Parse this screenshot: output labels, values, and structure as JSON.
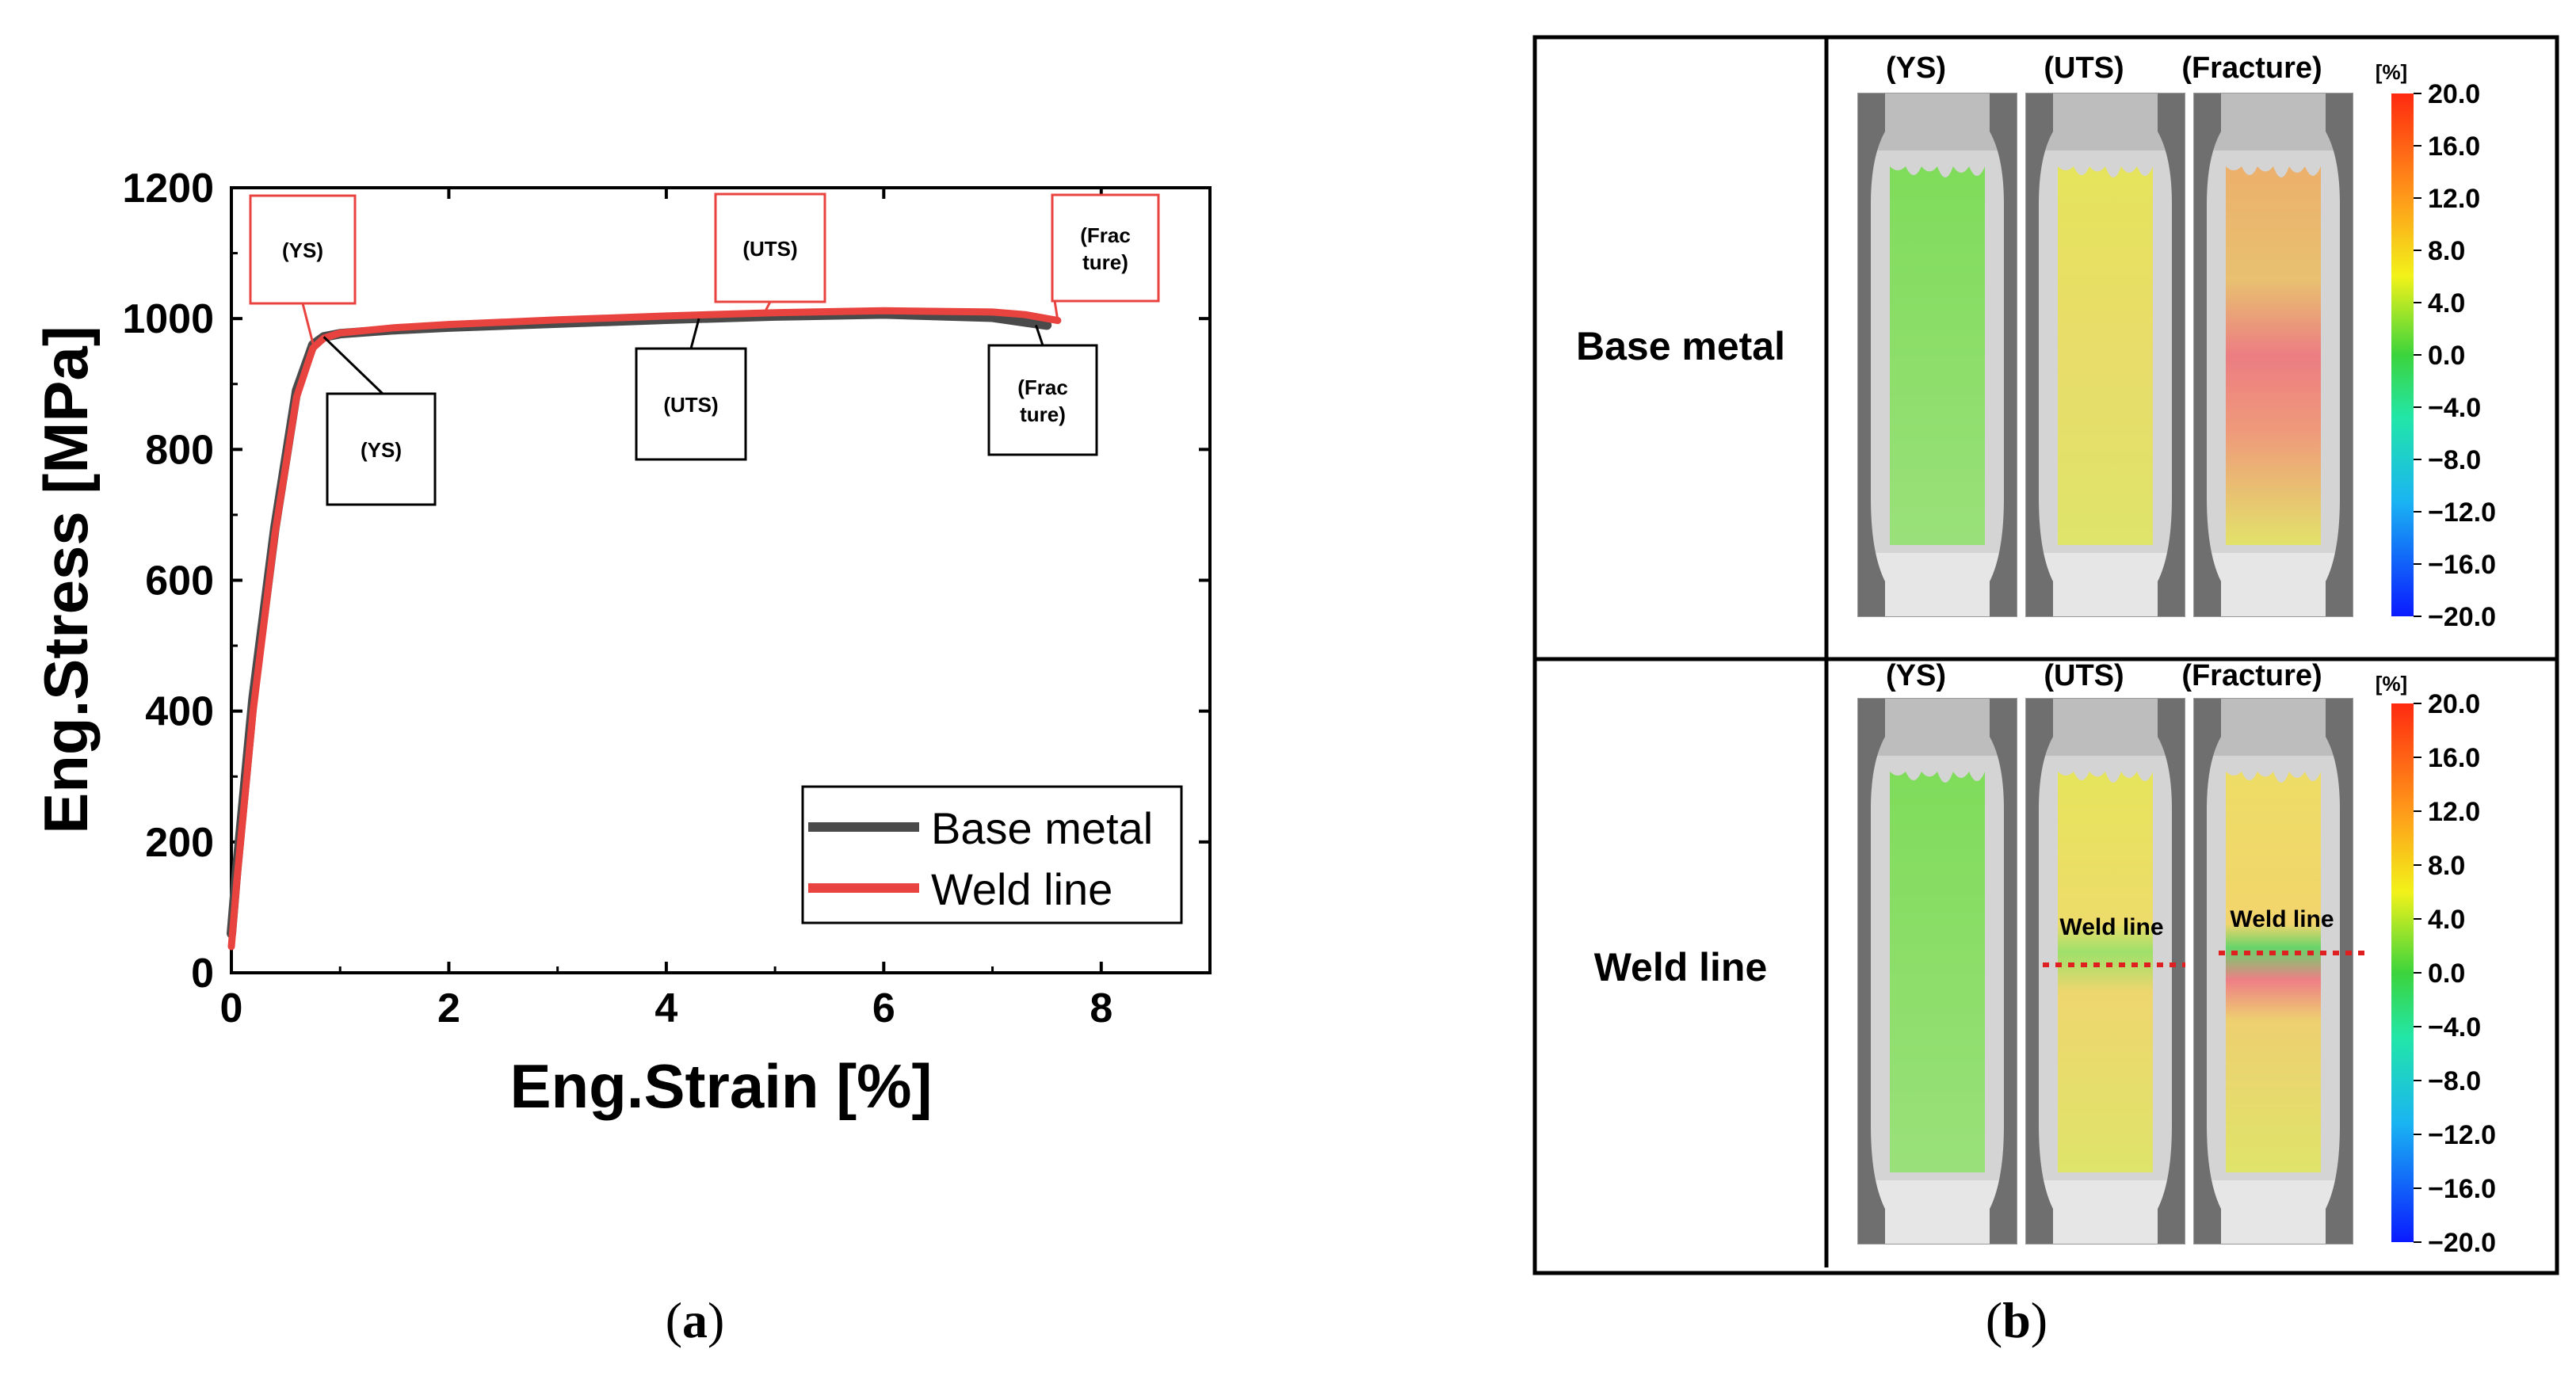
{
  "chart_data": {
    "type": "line",
    "xlabel": "Eng.Strain [%]",
    "ylabel": "Eng.Stress [MPa]",
    "xlim": [
      0,
      9
    ],
    "ylim": [
      0,
      1200
    ],
    "xticks": [
      "0",
      "2",
      "4",
      "6",
      "8"
    ],
    "yticks": [
      "0",
      "200",
      "400",
      "600",
      "800",
      "1000",
      "1200"
    ],
    "legend_position": "bottom-right",
    "series": [
      {
        "name": "Base metal",
        "color": "#4a4a4a",
        "x": [
          0,
          0.05,
          0.2,
          0.4,
          0.6,
          0.75,
          0.85,
          1.0,
          1.5,
          2,
          3,
          4,
          5,
          6,
          7,
          7.5
        ],
        "y": [
          60,
          160,
          420,
          680,
          890,
          960,
          972,
          977,
          983,
          987,
          993,
          999,
          1004,
          1007,
          1002,
          990
        ]
      },
      {
        "name": "Weld line",
        "color": "#e8433f",
        "x": [
          0,
          0.05,
          0.2,
          0.4,
          0.6,
          0.75,
          0.85,
          1.0,
          1.5,
          2,
          3,
          4,
          5,
          6,
          7,
          7.3,
          7.6
        ],
        "y": [
          40,
          140,
          400,
          670,
          880,
          955,
          970,
          978,
          986,
          991,
          998,
          1004,
          1009,
          1012,
          1010,
          1006,
          997
        ]
      }
    ],
    "annotations": [
      {
        "label": "(YS)",
        "series": "Weld line",
        "x": 0.75,
        "y": 962
      },
      {
        "label": "(UTS)",
        "series": "Weld line",
        "x": 4.9,
        "y": 1008
      },
      {
        "label": "(Frac\nture)",
        "series": "Weld line",
        "x": 7.6,
        "y": 997
      },
      {
        "label": "(YS)",
        "series": "Base metal",
        "x": 0.85,
        "y": 972
      },
      {
        "label": "(UTS)",
        "series": "Base metal",
        "x": 4.3,
        "y": 1000
      },
      {
        "label": "(Frac\nture)",
        "series": "Base metal",
        "x": 7.4,
        "y": 990
      }
    ]
  },
  "panel_b": {
    "rows": [
      "Base metal",
      "Weld line"
    ],
    "columns": [
      "(YS)",
      "(UTS)",
      "(Fracture)"
    ],
    "weld_line_label": "Weld line",
    "colorbar_unit": "[%]",
    "colorbar_ticks": [
      "20.0",
      "16.0",
      "12.0",
      "8.0",
      "4.0",
      "0.0",
      "−4.0",
      "−8.0",
      "−12.0",
      "−16.0",
      "−20.0"
    ]
  },
  "captions": {
    "a": "a",
    "b": "b"
  }
}
